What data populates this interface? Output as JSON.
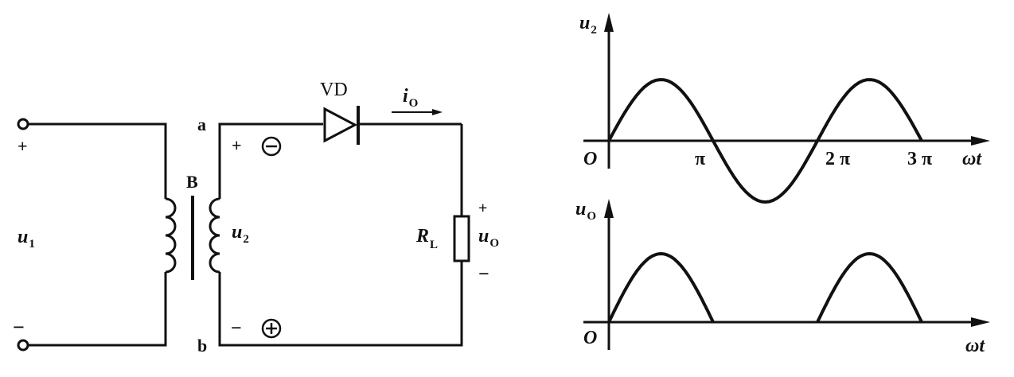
{
  "circuit": {
    "input_plus": "+",
    "input_minus": "−",
    "u1": {
      "main": "u",
      "sub": "1"
    },
    "transformer": "B",
    "u2": {
      "main": "u",
      "sub": "2"
    },
    "node_a": "a",
    "node_b": "b",
    "top_polarity_plus": "+",
    "bottom_polarity_minus": "−",
    "diode": "VD",
    "current": {
      "main": "i",
      "sub": "O"
    },
    "load": {
      "main": "R",
      "sub": "L"
    },
    "uo": {
      "main": "u",
      "sub": "O"
    },
    "out_plus": "+",
    "out_minus": "−"
  },
  "chart_data": [
    {
      "type": "line",
      "ylabel": {
        "main": "u",
        "sub": "2"
      },
      "xlabel": "ωt",
      "origin": "O",
      "x_ticks": [
        "π",
        "2 π",
        "3 π"
      ],
      "series": [
        {
          "function": "sin",
          "x_range": [
            0,
            3
          ],
          "amplitude": 1
        }
      ]
    },
    {
      "type": "line",
      "ylabel": {
        "main": "u",
        "sub": "O"
      },
      "xlabel": "ωt",
      "origin": "O",
      "series": [
        {
          "function": "half-wave rectified sin",
          "x_range": [
            0,
            3
          ],
          "amplitude": 1
        }
      ]
    }
  ]
}
